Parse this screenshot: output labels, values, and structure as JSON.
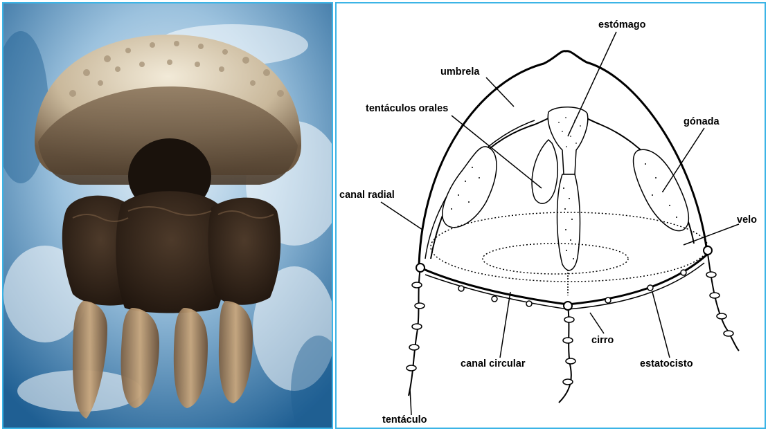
{
  "colors": {
    "panel_border": "#3bb4e6",
    "ink": "#000000",
    "sea_dark": "#1f5f93",
    "sea_light": "#dcecf6",
    "bell": "#d9c9b0",
    "arms": "#3a2a1e"
  },
  "photo": {
    "subject": "jellyfish-photo"
  },
  "diagram": {
    "labels": {
      "estomago": "estómago",
      "umbrela": "umbrela",
      "tentaculos_orales": "tentáculos orales",
      "gonada": "gónada",
      "canal_radial": "canal radial",
      "velo": "velo",
      "cirro": "cirro",
      "canal_circular": "canal circular",
      "estatocisto": "estatocisto",
      "tentaculo": "tentáculo"
    }
  }
}
